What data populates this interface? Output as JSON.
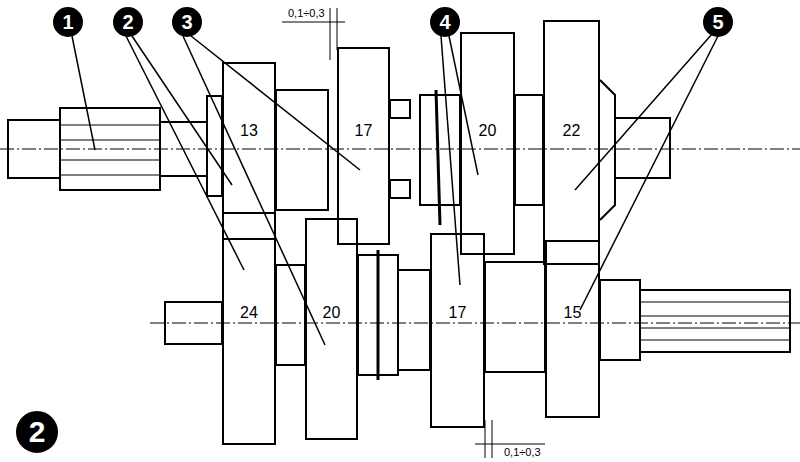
{
  "diagram": {
    "nodes": [
      {
        "text": [
          "13"
        ]
      },
      {
        "text": [
          "17"
        ]
      },
      {
        "text": [
          "20"
        ]
      },
      {
        "text": [
          "22"
        ]
      },
      {
        "text": [
          "24"
        ]
      },
      {
        "text": [
          "20"
        ]
      },
      {
        "text": [
          "17"
        ]
      },
      {
        "text": [
          "15"
        ]
      }
    ],
    "labels": [
      "1",
      "2",
      "3",
      "4",
      "5",
      "0,1÷0,3",
      "0,1÷0,3",
      "2"
    ]
  }
}
